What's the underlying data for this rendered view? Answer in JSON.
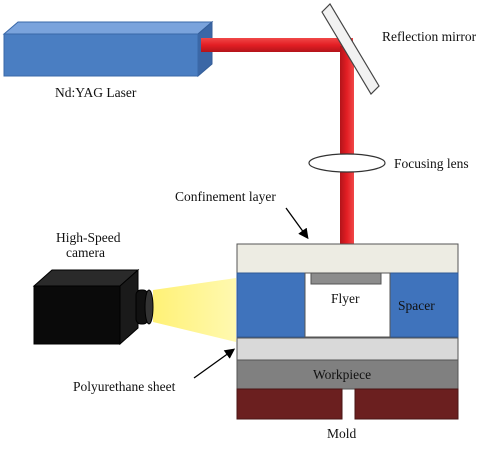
{
  "labels": {
    "laser": "Nd:YAG Laser",
    "mirror": "Reflection mirror",
    "lens": "Focusing lens",
    "confinement": "Confinement layer",
    "camera_line1": "High-Speed",
    "camera_line2": "camera",
    "flyer": "Flyer",
    "spacer": "Spacer",
    "polyurethane": "Polyurethane sheet",
    "workpiece": "Workpiece",
    "mold": "Mold"
  },
  "colors": {
    "laser_body": "#4A7EC2",
    "laser_top": "#6F9BD8",
    "beam": "#E31E24",
    "spacer": "#3F73BC",
    "confinement": "#EDECE3",
    "polyurethane": "#D9D9D9",
    "workpiece": "#808080",
    "flyer": "#8C8C8C",
    "mold": "#6B1F1F",
    "camera": "#0A0A0A",
    "camera_light": "#FFF36B"
  }
}
